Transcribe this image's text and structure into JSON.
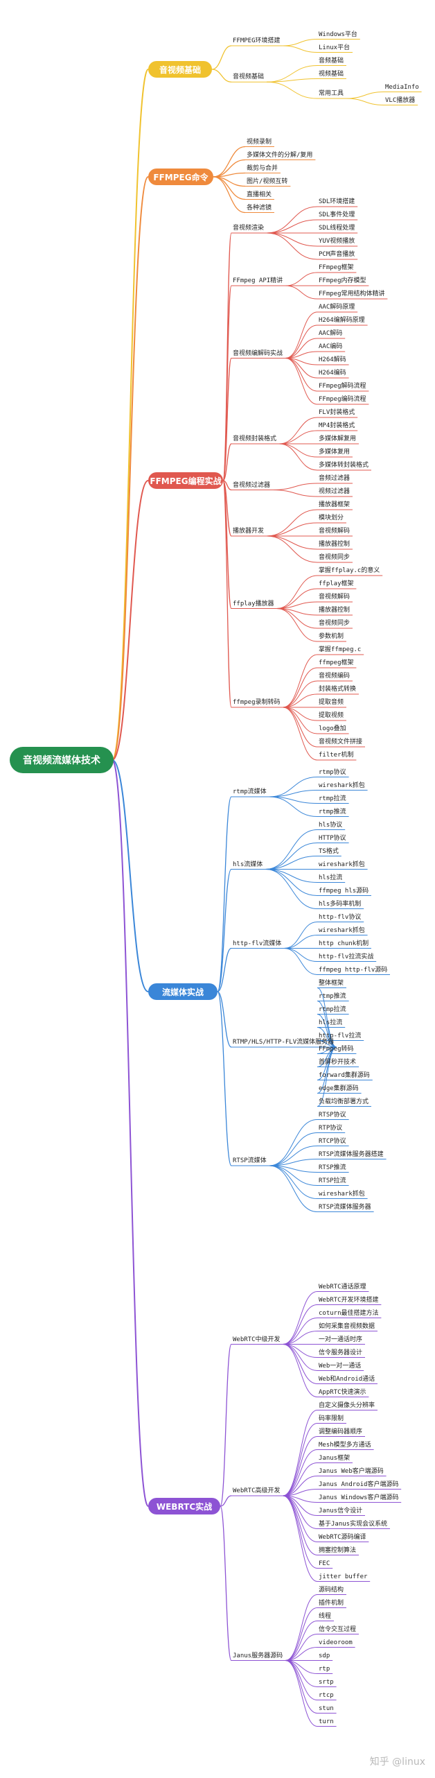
{
  "root": "音视频流媒体技术",
  "branches": [
    {
      "label": "音视频基础",
      "color": "#f0c22e",
      "children": [
        {
          "label": "FFMPEG环境搭建",
          "children": [
            {
              "label": "Windows平台"
            },
            {
              "label": "Linux平台"
            }
          ]
        },
        {
          "label": "音视频基础",
          "children": [
            {
              "label": "音频基础"
            },
            {
              "label": "视频基础"
            },
            {
              "label": "常用工具",
              "children": [
                {
                  "label": "MediaInfo"
                },
                {
                  "label": "VLC播放器"
                }
              ]
            }
          ]
        }
      ]
    },
    {
      "label": "FFMPEG命令",
      "color": "#ef8a3c",
      "children": [
        {
          "label": "视频录制"
        },
        {
          "label": "多媒体文件的分解/复用"
        },
        {
          "label": "裁剪与合并"
        },
        {
          "label": "图片/视频互转"
        },
        {
          "label": "直播相关"
        },
        {
          "label": "各种滤镜"
        }
      ]
    },
    {
      "label": "FFMPEG编程实战",
      "color": "#e0584f",
      "children": [
        {
          "label": "音视频渲染",
          "children": [
            {
              "label": "SDL环境搭建"
            },
            {
              "label": "SDL事件处理"
            },
            {
              "label": "SDL线程处理"
            },
            {
              "label": "YUV视频播放"
            },
            {
              "label": "PCM声音播放"
            }
          ]
        },
        {
          "label": "FFmpeg API精讲",
          "children": [
            {
              "label": "FFmpeg框架"
            },
            {
              "label": "FFmpeg内存模型"
            },
            {
              "label": "FFmpeg常用结构体精讲"
            }
          ]
        },
        {
          "label": "音视频编解码实战",
          "children": [
            {
              "label": "AAC解码原理"
            },
            {
              "label": "H264编解码原理"
            },
            {
              "label": "AAC解码"
            },
            {
              "label": "AAC编码"
            },
            {
              "label": "H264解码"
            },
            {
              "label": "H264编码"
            },
            {
              "label": "FFmpeg解码流程"
            },
            {
              "label": "FFmpeg编码流程"
            }
          ]
        },
        {
          "label": "音视频封装格式",
          "children": [
            {
              "label": "FLV封装格式"
            },
            {
              "label": "MP4封装格式"
            },
            {
              "label": "多媒体解复用"
            },
            {
              "label": "多媒体复用"
            },
            {
              "label": "多媒体转封装格式"
            }
          ]
        },
        {
          "label": "音视频过滤器",
          "children": [
            {
              "label": "音频过滤器"
            },
            {
              "label": "视频过滤器"
            }
          ]
        },
        {
          "label": "播放器开发",
          "children": [
            {
              "label": "播放器框架"
            },
            {
              "label": "模块划分"
            },
            {
              "label": "音视频解码"
            },
            {
              "label": "播放器控制"
            },
            {
              "label": "音视频同步"
            }
          ]
        },
        {
          "label": "ffplay播放器",
          "children": [
            {
              "label": "掌握ffplay.c的意义"
            },
            {
              "label": "ffplay框架"
            },
            {
              "label": "音视频解码"
            },
            {
              "label": "播放器控制"
            },
            {
              "label": "音视频同步"
            },
            {
              "label": "参数机制"
            }
          ]
        },
        {
          "label": "ffmpeg录制转码",
          "children": [
            {
              "label": "掌握ffmpeg.c"
            },
            {
              "label": "ffmpeg框架"
            },
            {
              "label": "音视频编码"
            },
            {
              "label": "封装格式转换"
            },
            {
              "label": "提取音频"
            },
            {
              "label": "提取视频"
            },
            {
              "label": "logo叠加"
            },
            {
              "label": "音视频文件拼接"
            },
            {
              "label": "filter机制"
            }
          ]
        }
      ]
    },
    {
      "label": "流媒体实战",
      "color": "#3a86d8",
      "children": [
        {
          "label": "rtmp流媒体",
          "children": [
            {
              "label": "rtmp协议"
            },
            {
              "label": "wireshark抓包"
            },
            {
              "label": "rtmp拉流"
            },
            {
              "label": "rtmp推流"
            }
          ]
        },
        {
          "label": "hls流媒体",
          "children": [
            {
              "label": "hls协议"
            },
            {
              "label": "HTTP协议"
            },
            {
              "label": "TS格式"
            },
            {
              "label": "wireshark抓包"
            },
            {
              "label": "hls拉流"
            },
            {
              "label": "ffmpeg hls源码"
            },
            {
              "label": "hls多码率机制"
            }
          ]
        },
        {
          "label": "http-flv流媒体",
          "children": [
            {
              "label": "http-flv协议"
            },
            {
              "label": "wireshark抓包"
            },
            {
              "label": "http chunk机制"
            },
            {
              "label": "http-flv拉流实战"
            },
            {
              "label": "ffmpeg http-flv源码"
            }
          ]
        },
        {
          "label": "RTMP/HLS/HTTP-FLV流媒体服务器",
          "children": [
            {
              "label": "整体框架"
            },
            {
              "label": "rtmp推流"
            },
            {
              "label": "rtmp拉流"
            },
            {
              "label": "hls拉流"
            },
            {
              "label": "http-flv拉流"
            },
            {
              "label": "FFmpeg转码"
            },
            {
              "label": "首屏秒开技术"
            },
            {
              "label": "forward集群源码"
            },
            {
              "label": "edge集群源码"
            },
            {
              "label": "负载均衡部署方式"
            }
          ]
        },
        {
          "label": "RTSP流媒体",
          "children": [
            {
              "label": "RTSP协议"
            },
            {
              "label": "RTP协议"
            },
            {
              "label": "RTCP协议"
            },
            {
              "label": "RTSP流媒体服务器搭建"
            },
            {
              "label": "RTSP推流"
            },
            {
              "label": "RTSP拉流"
            },
            {
              "label": "wireshark抓包"
            },
            {
              "label": "RTSP流媒体服务器"
            }
          ]
        }
      ]
    },
    {
      "label": "WEBRTC实战",
      "color": "#8d53d4",
      "children": [
        {
          "label": "WebRTC中级开发",
          "children": [
            {
              "label": "WebRTC通话原理"
            },
            {
              "label": "WebRTC开发环境搭建"
            },
            {
              "label": "coturn最佳搭建方法"
            },
            {
              "label": "如何采集音视频数据"
            },
            {
              "label": "一对一通话时序"
            },
            {
              "label": "信令服务器设计"
            },
            {
              "label": "Web一对一通话"
            },
            {
              "label": "Web和Android通话"
            },
            {
              "label": "AppRTC快速演示"
            }
          ]
        },
        {
          "label": "WebRTC高级开发",
          "children": [
            {
              "label": "自定义摄像头分辨率"
            },
            {
              "label": "码率限制"
            },
            {
              "label": "调整编码器顺序"
            },
            {
              "label": "Mesh模型多方通话"
            },
            {
              "label": "Janus框架"
            },
            {
              "label": "Janus Web客户端源码"
            },
            {
              "label": "Janus Android客户端源码"
            },
            {
              "label": "Janus Windows客户端源码"
            },
            {
              "label": "Janus信令设计"
            },
            {
              "label": "基于Janus实现会议系统"
            },
            {
              "label": "WebRTC源码编译"
            },
            {
              "label": "拥塞控制算法"
            },
            {
              "label": "FEC"
            },
            {
              "label": "jitter buffer"
            }
          ]
        },
        {
          "label": "Janus服务器源码",
          "children": [
            {
              "label": "源码结构"
            },
            {
              "label": "插件机制"
            },
            {
              "label": "线程"
            },
            {
              "label": "信令交互过程"
            },
            {
              "label": "videoroom"
            },
            {
              "label": "sdp"
            },
            {
              "label": "rtp"
            },
            {
              "label": "srtp"
            },
            {
              "label": "rtcp"
            },
            {
              "label": "stun"
            },
            {
              "label": "turn"
            }
          ]
        }
      ]
    }
  ],
  "watermark": "知乎 @linux"
}
